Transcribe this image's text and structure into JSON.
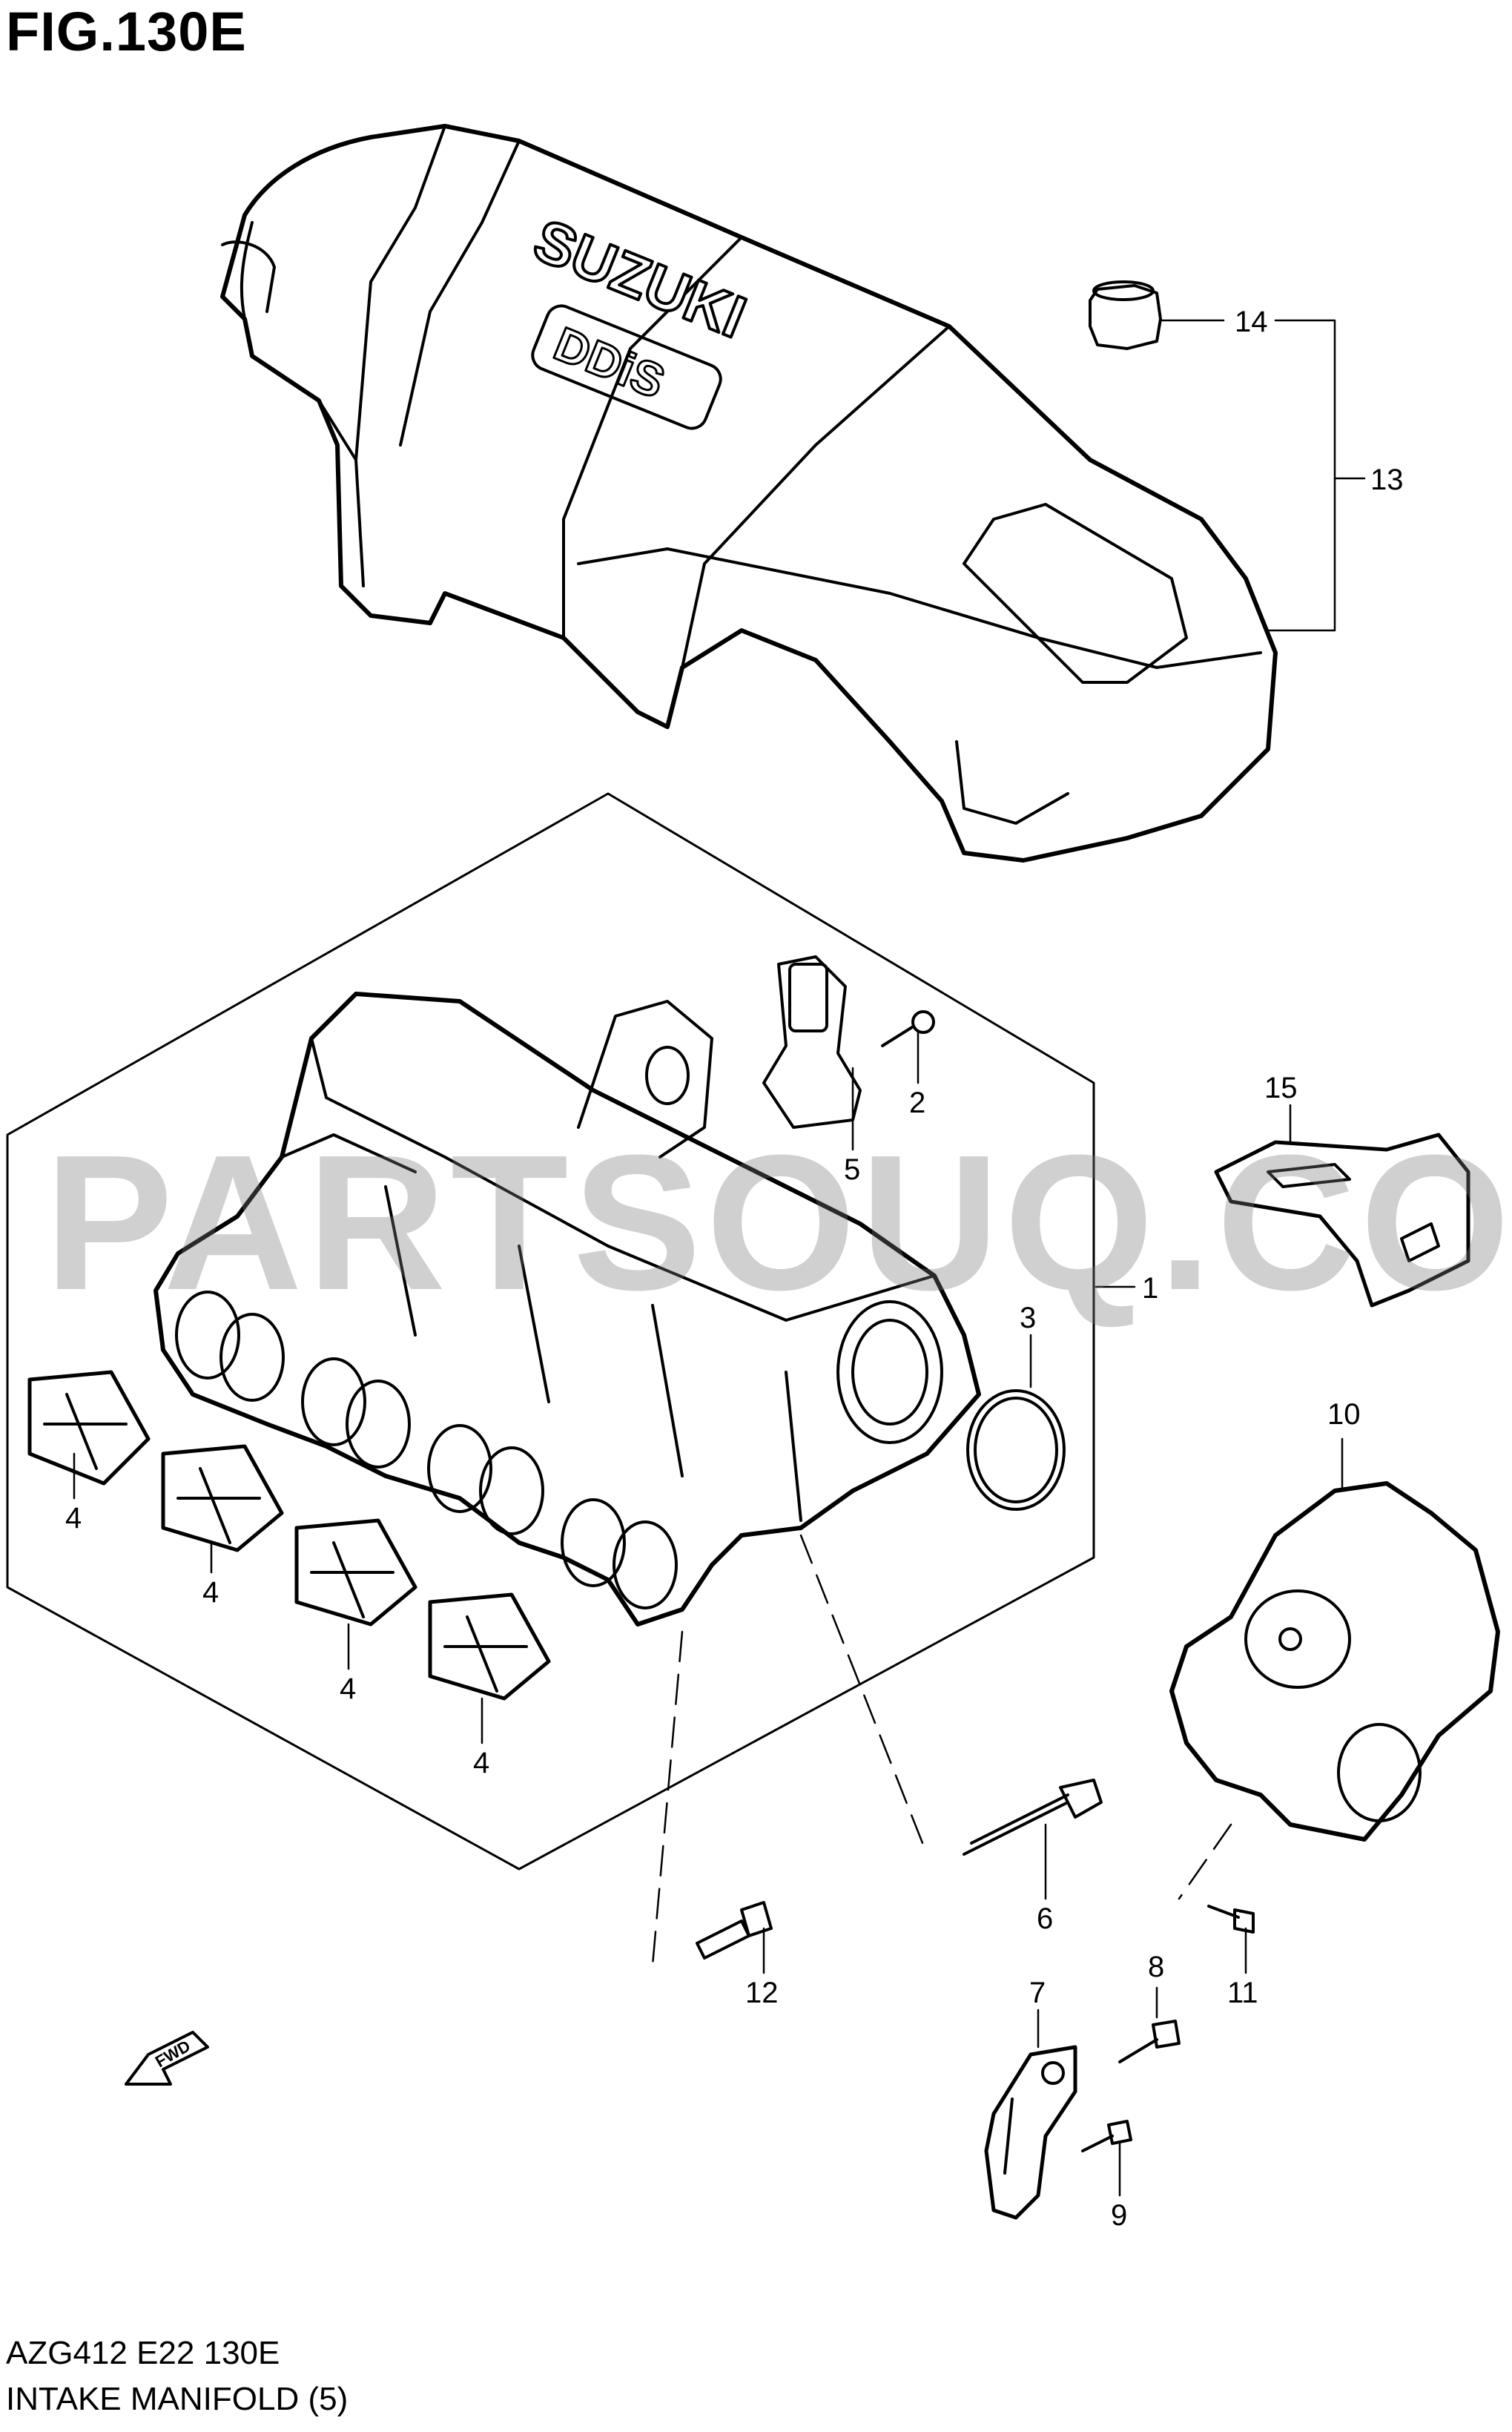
{
  "figure": {
    "title": "FIG.130E",
    "code": "AZG412 E22 130E",
    "name": "INTAKE MANIFOLD (5)",
    "watermark": "PARTSOUQ.COM"
  },
  "cover_text": {
    "brand": "SUZUKI",
    "engine": "DDiS"
  },
  "fwd_label": "FWD",
  "callouts": {
    "c1": "1",
    "c2": "2",
    "c3": "3",
    "c4a": "4",
    "c4b": "4",
    "c4c": "4",
    "c4d": "4",
    "c5": "5",
    "c6": "6",
    "c7": "7",
    "c8": "8",
    "c9": "9",
    "c10": "10",
    "c11": "11",
    "c12": "12",
    "c13": "13",
    "c14": "14",
    "c15": "15"
  },
  "colors": {
    "line": "#000000",
    "watermark": "#9a9a9a"
  }
}
